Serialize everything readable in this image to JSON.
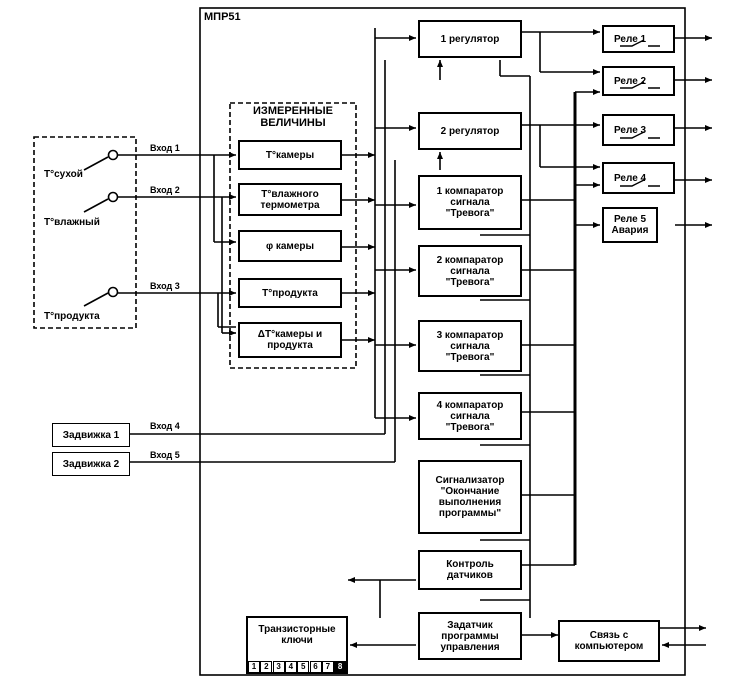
{
  "device_label": "МПР51",
  "measured_group": "ИЗМЕРЕННЫЕ\nВЕЛИЧИНЫ",
  "sensors": [
    "Т°сухой",
    "Т°влажный",
    "Т°продукта"
  ],
  "inputs": [
    "Вход 1",
    "Вход 2",
    "Вход 3",
    "Вход 4",
    "Вход 5"
  ],
  "latches": [
    "Задвижка 1",
    "Задвижка 2"
  ],
  "measurements": [
    "Т°камеры",
    "Т°влажного\nтермометра",
    "φ камеры",
    "Т°продукта",
    "ΔТ°камеры и\nпродукта"
  ],
  "regulators": [
    "1 регулятор",
    "2 регулятор"
  ],
  "comparators": [
    "1 компаратор\nсигнала\n\"Тревога\"",
    "2 компаратор\nсигнала\n\"Тревога\"",
    "3 компаратор\nсигнала\n\"Тревога\"",
    "4 компаратор\nсигнала\n\"Тревога\""
  ],
  "signalizer": "Сигнализатор\n\"Окончание\nвыполнения\nпрограммы\"",
  "sensor_control": "Контроль\nдатчиков",
  "program_setter": "Задатчик\nпрограммы\nуправления",
  "transistor_keys": {
    "title": "Транзисторные\nключи",
    "cells": [
      "1",
      "2",
      "3",
      "4",
      "5",
      "6",
      "7",
      "8"
    ]
  },
  "computer_link": "Связь с\nкомпьютером",
  "relays": [
    "Реле 1",
    "Реле 2",
    "Реле 3",
    "Реле 4",
    "Реле 5"
  ],
  "relay5_sub": "Авария"
}
